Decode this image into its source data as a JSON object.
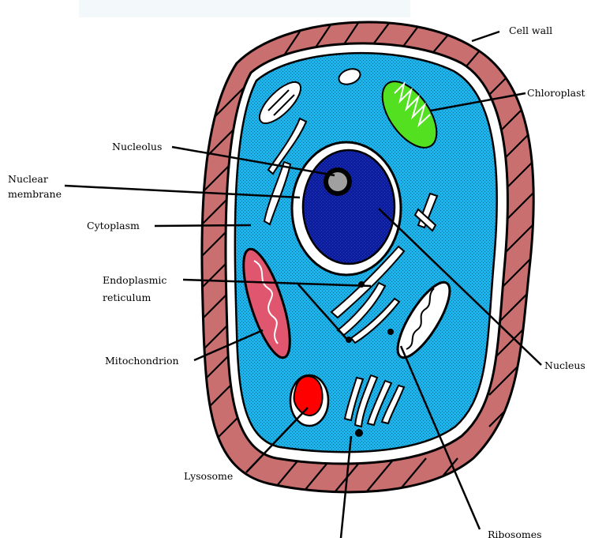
{
  "diagram": {
    "labels": {
      "cell_wall": "Cell wall",
      "chloroplast": "Chloroplast",
      "nucleolus": "Nucleolus",
      "nuclear_membrane_line1": "Nuclear",
      "nuclear_membrane_line2": "membrane",
      "cytoplasm": "Cytoplasm",
      "endoplasmic_reticulum_line1": "Endoplasmic",
      "endoplasmic_reticulum_line2": "reticulum",
      "mitochondrion": "Mitochondrion",
      "nucleus": "Nucleus",
      "lysosome": "Lysosome",
      "ribosomes": "Ribosomes"
    },
    "colors": {
      "cell_wall": "#c96f6f",
      "cytoplasm": "#19b5ef",
      "nucleus": "#0b1d9c",
      "chloroplast": "#52e021",
      "mitochondrion": "#e0566e",
      "lysosome": "#ff0000",
      "membrane": "#ffffff",
      "outline": "#000000"
    }
  }
}
